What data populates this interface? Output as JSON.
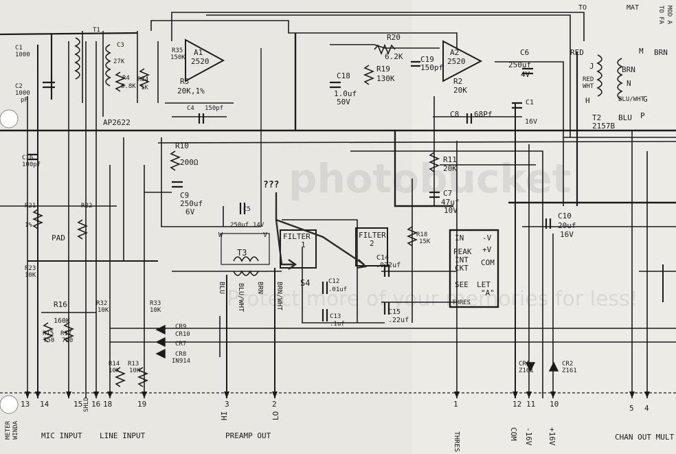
{
  "components": {
    "c1": {
      "ref": "C1",
      "value": "1000",
      "note": "pF"
    },
    "c2": {
      "ref": "C2",
      "value": "1000",
      "note": "pF"
    },
    "t1": {
      "ref": "T1"
    },
    "c3": {
      "ref": "C3",
      "value": "27K"
    },
    "r4": {
      "ref": "R4",
      "value": "6.8K"
    },
    "r34": {
      "ref": "R34",
      "value": "1K"
    },
    "r35": {
      "ref": "R35",
      "value": "150K"
    },
    "a1": {
      "ref": "A1",
      "value": "2520"
    },
    "r3": {
      "ref": "R3",
      "value": "20K,1%"
    },
    "c4": {
      "ref": "C4",
      "value": "150pf"
    },
    "ap2622": {
      "ref": "AP2622"
    },
    "r10": {
      "ref": "R10",
      "value": "200Ω"
    },
    "c9": {
      "ref": "C9",
      "value": "250uf",
      "voltage": "6V"
    },
    "c5": {
      "ref": "C5",
      "value": "250uf",
      "voltage": "14V"
    },
    "t3": {
      "ref": "T3"
    },
    "r20": {
      "ref": "R20",
      "value": "6.2K"
    },
    "r19": {
      "ref": "R19",
      "value": "130K"
    },
    "c18": {
      "ref": "C18",
      "value": "1.0uf",
      "voltage": "50V"
    },
    "c19": {
      "ref": "C19",
      "value": "150pf"
    },
    "a2": {
      "ref": "A2",
      "value": "2520"
    },
    "r2": {
      "ref": "R2",
      "value": "20K"
    },
    "c8": {
      "ref": "C8",
      "value": "68Pf"
    },
    "c6": {
      "ref": "C6",
      "value": "250uf",
      "voltage": "4V"
    },
    "c1b": {
      "ref": "C1",
      "value": "16V"
    },
    "r11": {
      "ref": "R11",
      "value": "20K"
    },
    "c7": {
      "ref": "C7",
      "value": "47uf",
      "voltage": "10V"
    },
    "r18": {
      "ref": "R18",
      "value": "15K"
    },
    "c10": {
      "ref": "C10",
      "value": "20uf",
      "voltage": "16V"
    },
    "t2": {
      "ref": "T2",
      "value": "2157B"
    },
    "c14": {
      "ref": "C14",
      "value": ".022uf"
    },
    "c15": {
      "ref": "C15",
      "value": ".22uf"
    },
    "c12": {
      "ref": "C12",
      "value": ".01uf"
    },
    "c13": {
      "ref": "C13",
      "value": ".1uf"
    },
    "s4": {
      "ref": "S4"
    },
    "r21": {
      "ref": "R21",
      "value": "1%"
    },
    "r22": {
      "ref": "R22"
    },
    "r23": {
      "ref": "R23",
      "value": "10K"
    },
    "r16": {
      "ref": "R16",
      "value": "160K"
    },
    "r15": {
      "ref": "R15",
      "value": "750"
    },
    "r17": {
      "ref": "R17",
      "value": "750"
    },
    "r14": {
      "ref": "R14",
      "value": "10K"
    },
    "r13": {
      "ref": "R13",
      "value": "10K"
    },
    "r32": {
      "ref": "R32",
      "value": "10K"
    },
    "r33": {
      "ref": "R33",
      "value": "10K"
    },
    "c16": {
      "ref": "C16",
      "value": "100pf"
    },
    "cr9": {
      "ref": "CR9"
    },
    "cr10": {
      "ref": "CR10"
    },
    "cr7": {
      "ref": "CR7"
    },
    "cr8": {
      "ref": "CR8",
      "value": "IN914"
    },
    "cr1": {
      "ref": "CR1",
      "value": "Z161"
    },
    "cr2": {
      "ref": "CR2",
      "value": "Z161"
    },
    "pad": {
      "ref": "PAD"
    }
  },
  "filters": {
    "filter1": {
      "label": "FILTER",
      "num": "1"
    },
    "filter2": {
      "label": "FILTER",
      "num": "2"
    }
  },
  "ic_block": {
    "lines": [
      "IN",
      "-V",
      "+V",
      "PEAK",
      "INT",
      "COM",
      "CKT",
      "SEE",
      "LET",
      "\"A\"",
      "THRES"
    ]
  },
  "wire_colors": {
    "t2": [
      "RED",
      "BRN",
      "RED",
      "WHT",
      "BRN",
      "BLU/WHT",
      "BLU",
      "M",
      "N",
      "P",
      "J",
      "H",
      "G"
    ],
    "t3": [
      "W",
      "V",
      "BLU/WHT",
      "BLU",
      "BRN",
      "BRN/WHT"
    ]
  },
  "pin_numbers": [
    "13",
    "14",
    "15",
    "16",
    "18",
    "19",
    "3",
    "2",
    "1",
    "12",
    "11",
    "10",
    "5",
    "4"
  ],
  "bottom_labels": {
    "mic_input": "MIC INPUT",
    "line_input": "LINE INPUT",
    "preamp_out": "PREAMP OUT",
    "thres_hold": "THRES HOLD",
    "com": "COM",
    "minus16": "-16V",
    "plus16": "+16V",
    "chan_out_mult": "CHAN OUT MULT",
    "shld": "SHLD",
    "hi": "HI",
    "lo": "LO",
    "meter": "METER",
    "meter2": "WINDA"
  },
  "top_labels": {
    "top_right_1": "TO",
    "top_right_2": "MAT",
    "top_right_3": "TO FA",
    "top_right_4": "MOD A"
  },
  "annotation": {
    "question": "???"
  },
  "watermark": {
    "brand": "photobucket",
    "tagline": "Protect more of your memories for less!"
  },
  "colors": {
    "paper": "#e9e7e1",
    "ink": "#1b1b1b",
    "annotation_ink": "#2a2a2a"
  }
}
